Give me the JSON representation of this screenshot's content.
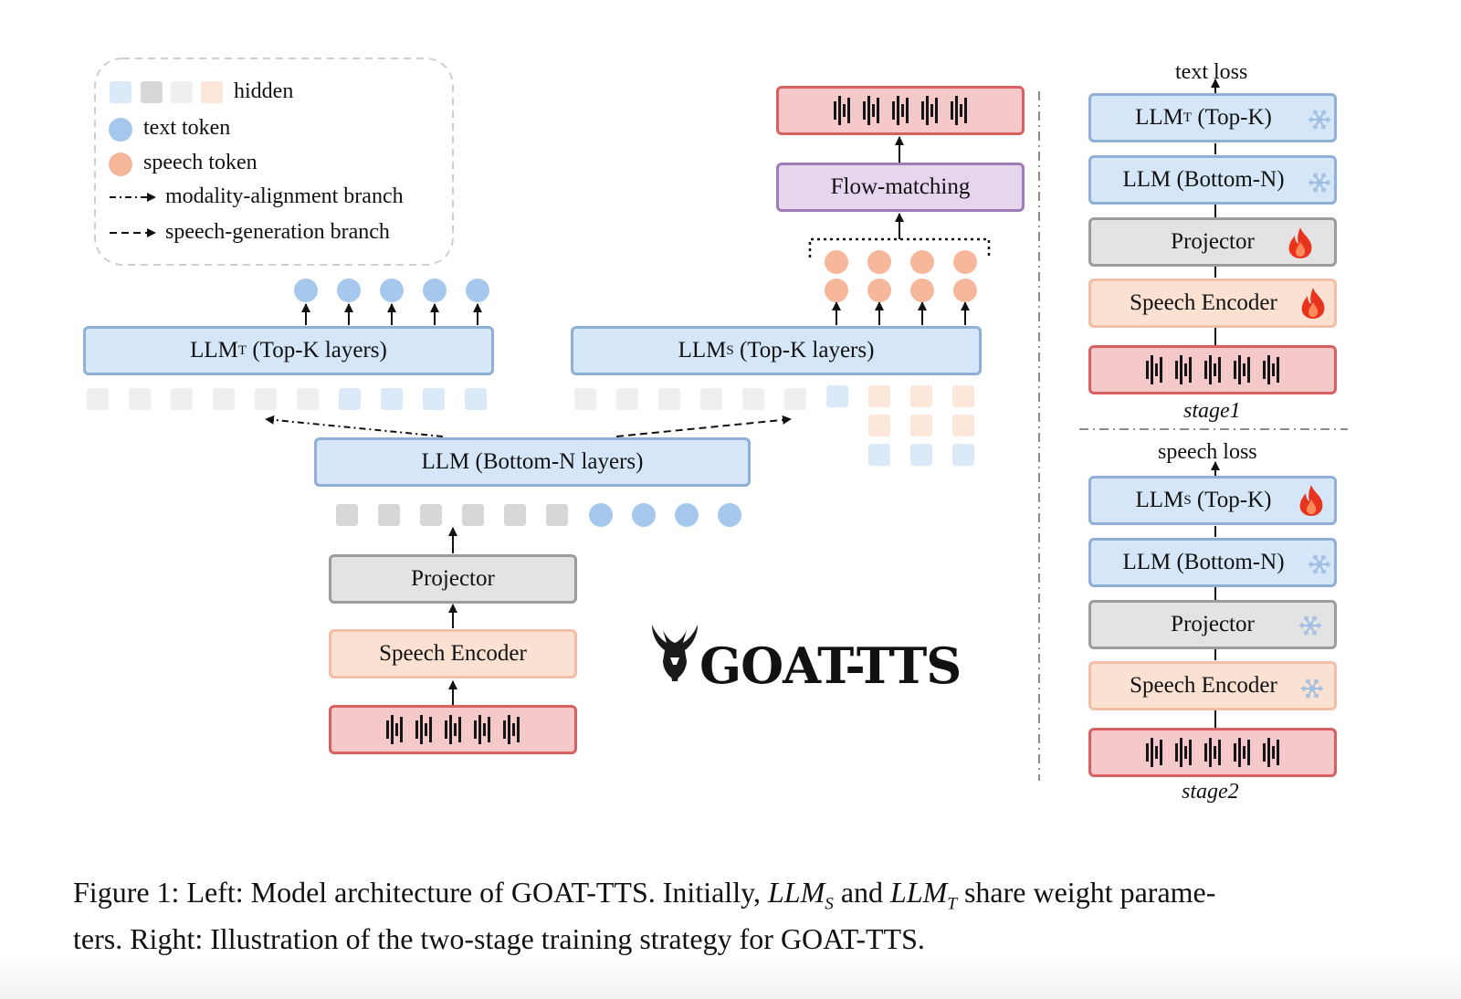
{
  "legend": {
    "hidden": "hidden",
    "text_token": "text token",
    "speech_token": "speech token",
    "modality_branch": "modality-alignment branch",
    "speech_branch": "speech-generation branch"
  },
  "left": {
    "llm_t": {
      "main": "LLM",
      "sub": "T",
      "rest": " (Top-K layers)"
    },
    "llm_s": {
      "main": "LLM",
      "sub": "S",
      "rest": " (Top-K layers)"
    },
    "llm_bottom": "LLM (Bottom-N layers)",
    "projector": "Projector",
    "speech_encoder": "Speech Encoder",
    "flow_matching": "Flow-matching"
  },
  "logo_text": "GOAT-TTS",
  "stage1": {
    "loss": "text loss",
    "llm_top": {
      "main": "LLM",
      "sub": "T",
      "rest": " (Top-K)"
    },
    "llm_bottom": "LLM (Bottom-N)",
    "projector": "Projector",
    "speech_encoder": "Speech Encoder",
    "label": "stage1"
  },
  "stage2": {
    "loss": "speech loss",
    "llm_top": {
      "main": "LLM",
      "sub": "S",
      "rest": " (Top-K)"
    },
    "llm_bottom": "LLM (Bottom-N)",
    "projector": "Projector",
    "speech_encoder": "Speech Encoder",
    "label": "stage2"
  },
  "caption": {
    "part1": "Figure 1: Left: Model architecture of GOAT-TTS. Initially, ",
    "llms": "LLM",
    "llms_sub": "S",
    "and": " and ",
    "llmt": "LLM",
    "llmt_sub": "T",
    "part2": " share weight parame-",
    "line2": "ters. Right: Illustration of the two-stage training strategy for GOAT-TTS."
  },
  "icons": {
    "frozen": "snowflake-icon",
    "trainable": "flame-icon",
    "logo": "goat-icon",
    "audio": "waveform-icon"
  },
  "colors": {
    "llm_blue": "#d4e6f8",
    "projector_gray": "#e3e3e3",
    "encoder_peach": "#fbe1d2",
    "audio_red": "#f5c9c9",
    "flow_purple": "#e5d6ee",
    "text_token": "#a5c8ec",
    "speech_token": "#f6b79b",
    "flame": "#e8341e",
    "snowflake": "#9fbfe3"
  }
}
